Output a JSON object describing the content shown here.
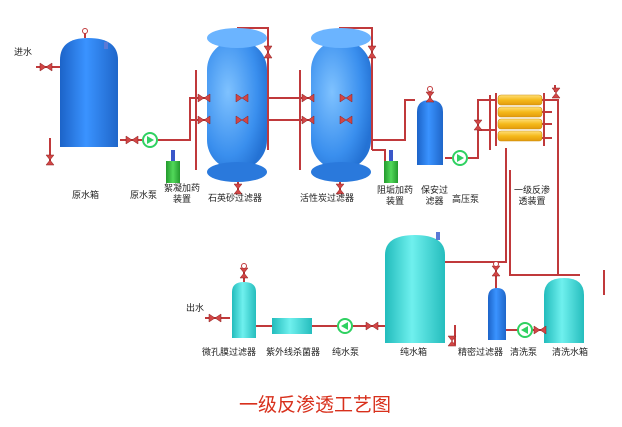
{
  "title": "一级反渗透工艺图",
  "labels": {
    "inlet": "进水",
    "raw_tank": "原水箱",
    "raw_pump": "原水泵",
    "flocculant": "絮凝加药\n装置",
    "quartz_filter": "石英砂过滤器",
    "carbon_filter": "活性炭过滤器",
    "scale_inhibitor": "阻垢加药\n装置",
    "security_filter": "保安过\n滤器",
    "high_pressure_pump": "高压泵",
    "ro_unit": "一级反渗\n透装置",
    "outlet": "出水",
    "micro_filter": "微孔膜过滤器",
    "uv_sterilizer": "紫外线杀菌器",
    "pure_pump": "纯水泵",
    "pure_tank": "纯水箱",
    "precision_filter": "精密过滤器",
    "cleaning_pump": "清洗泵",
    "cleaning_tank": "清洗水箱"
  },
  "colors": {
    "pipe": "#c0393b",
    "blue_vessel": "#2f86e8",
    "cyan_vessel": "#3fd9d6",
    "pump_green": "#2fd161",
    "dosing_green": "#37c23d",
    "membrane_yellow": "#f5b91a",
    "title_red": "#d8301c"
  }
}
